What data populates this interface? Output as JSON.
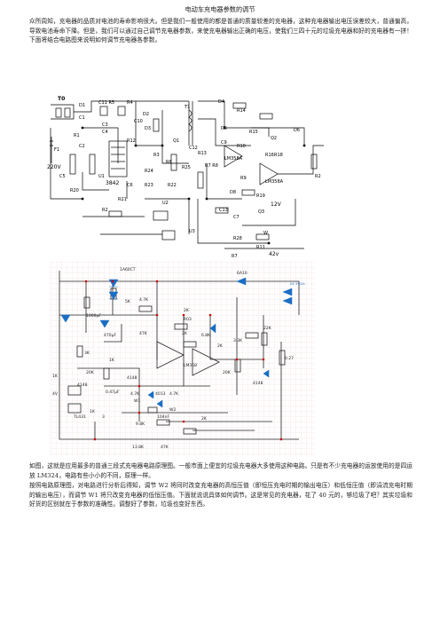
{
  "doc": {
    "title": "电动车充电器参数的调节",
    "intro": "众所周知，充电器的品质对电池的寿命影响很大。但是我们一般使用的都是普通的质量较差的充电器，这种充电器输出电压误差较大，普通偏高，导致电池寿命下降。但是，我们可以通过自己调节充电器参数，来使充电器输出正确的电压，使我们三四十元的垃圾充电器和好的充电器有一拼！下面将结合电路图来说明如何调节充电器各参数。",
    "caption": "如图，这就是应用最多的普通三段式充电器电路原理图。一般市面上便宜的垃圾充电器大多使用这种电路。只是有不少充电器的运放使用的是四运放 LM324，电路有些小小的不同，原理一样。",
    "body": "按照电路原理图，对电路进行分析后得知，调节 W2 将同时改变充电器的高恒压值（即恒压充电时期的输出电压）和低恒压值（即涓流充电时期的输出电压），而调节 W1 将只改变充电器的低恒压值。下面就说说具体如何调节。这是常见的充电器，花了 40 元的，够垃圾了吧？其实垃圾和好货的区别就在于参数的准确性。调整好了参数，垃圾也变好东西。"
  },
  "schematic1": {
    "labels": [
      "T0",
      "D1",
      "C11",
      "R5",
      "R4",
      "D2",
      "T1",
      "D4",
      "R14",
      "C10",
      "C1",
      "C3",
      "C4",
      "D3",
      "C12",
      "D5",
      "R15",
      "Q2",
      "D6",
      "R1",
      "R12",
      "Q1",
      "C9",
      "R10",
      "R16",
      "F1",
      "C2",
      "R3",
      "R6",
      "R25",
      "R13",
      "LM358A",
      "R7",
      "R8",
      "R18",
      "220V",
      "C5",
      "R24",
      "R2",
      "R20",
      "U1",
      "3842",
      "C6",
      "R23",
      "R22",
      "R9",
      "D8",
      "R19",
      "12V",
      "R21",
      "C13",
      "C7",
      "Q3",
      "R2",
      "U2",
      "U3",
      "R28",
      "W",
      "R11",
      "R7",
      "42v",
      "LM358A",
      "D7"
    ]
  },
  "schematic2": {
    "labels": [
      "1A60CT",
      "4.7K",
      "5K",
      "6A10",
      "1000μF",
      "3.5K",
      "2K",
      "R03",
      "6.8K",
      "47K",
      "2K",
      "LM358",
      "20K",
      "0.27",
      "3.3K",
      "22K",
      "4148",
      "3K",
      "1K",
      "20K",
      "4148",
      "4148",
      "0.47μF",
      "4.7K",
      "W1",
      "4013",
      "4.7K",
      "TL431",
      "1K",
      "W2",
      "104nF",
      "3",
      "2K",
      "9.8K",
      "13.8K",
      "47K",
      "4V",
      "1K"
    ]
  }
}
